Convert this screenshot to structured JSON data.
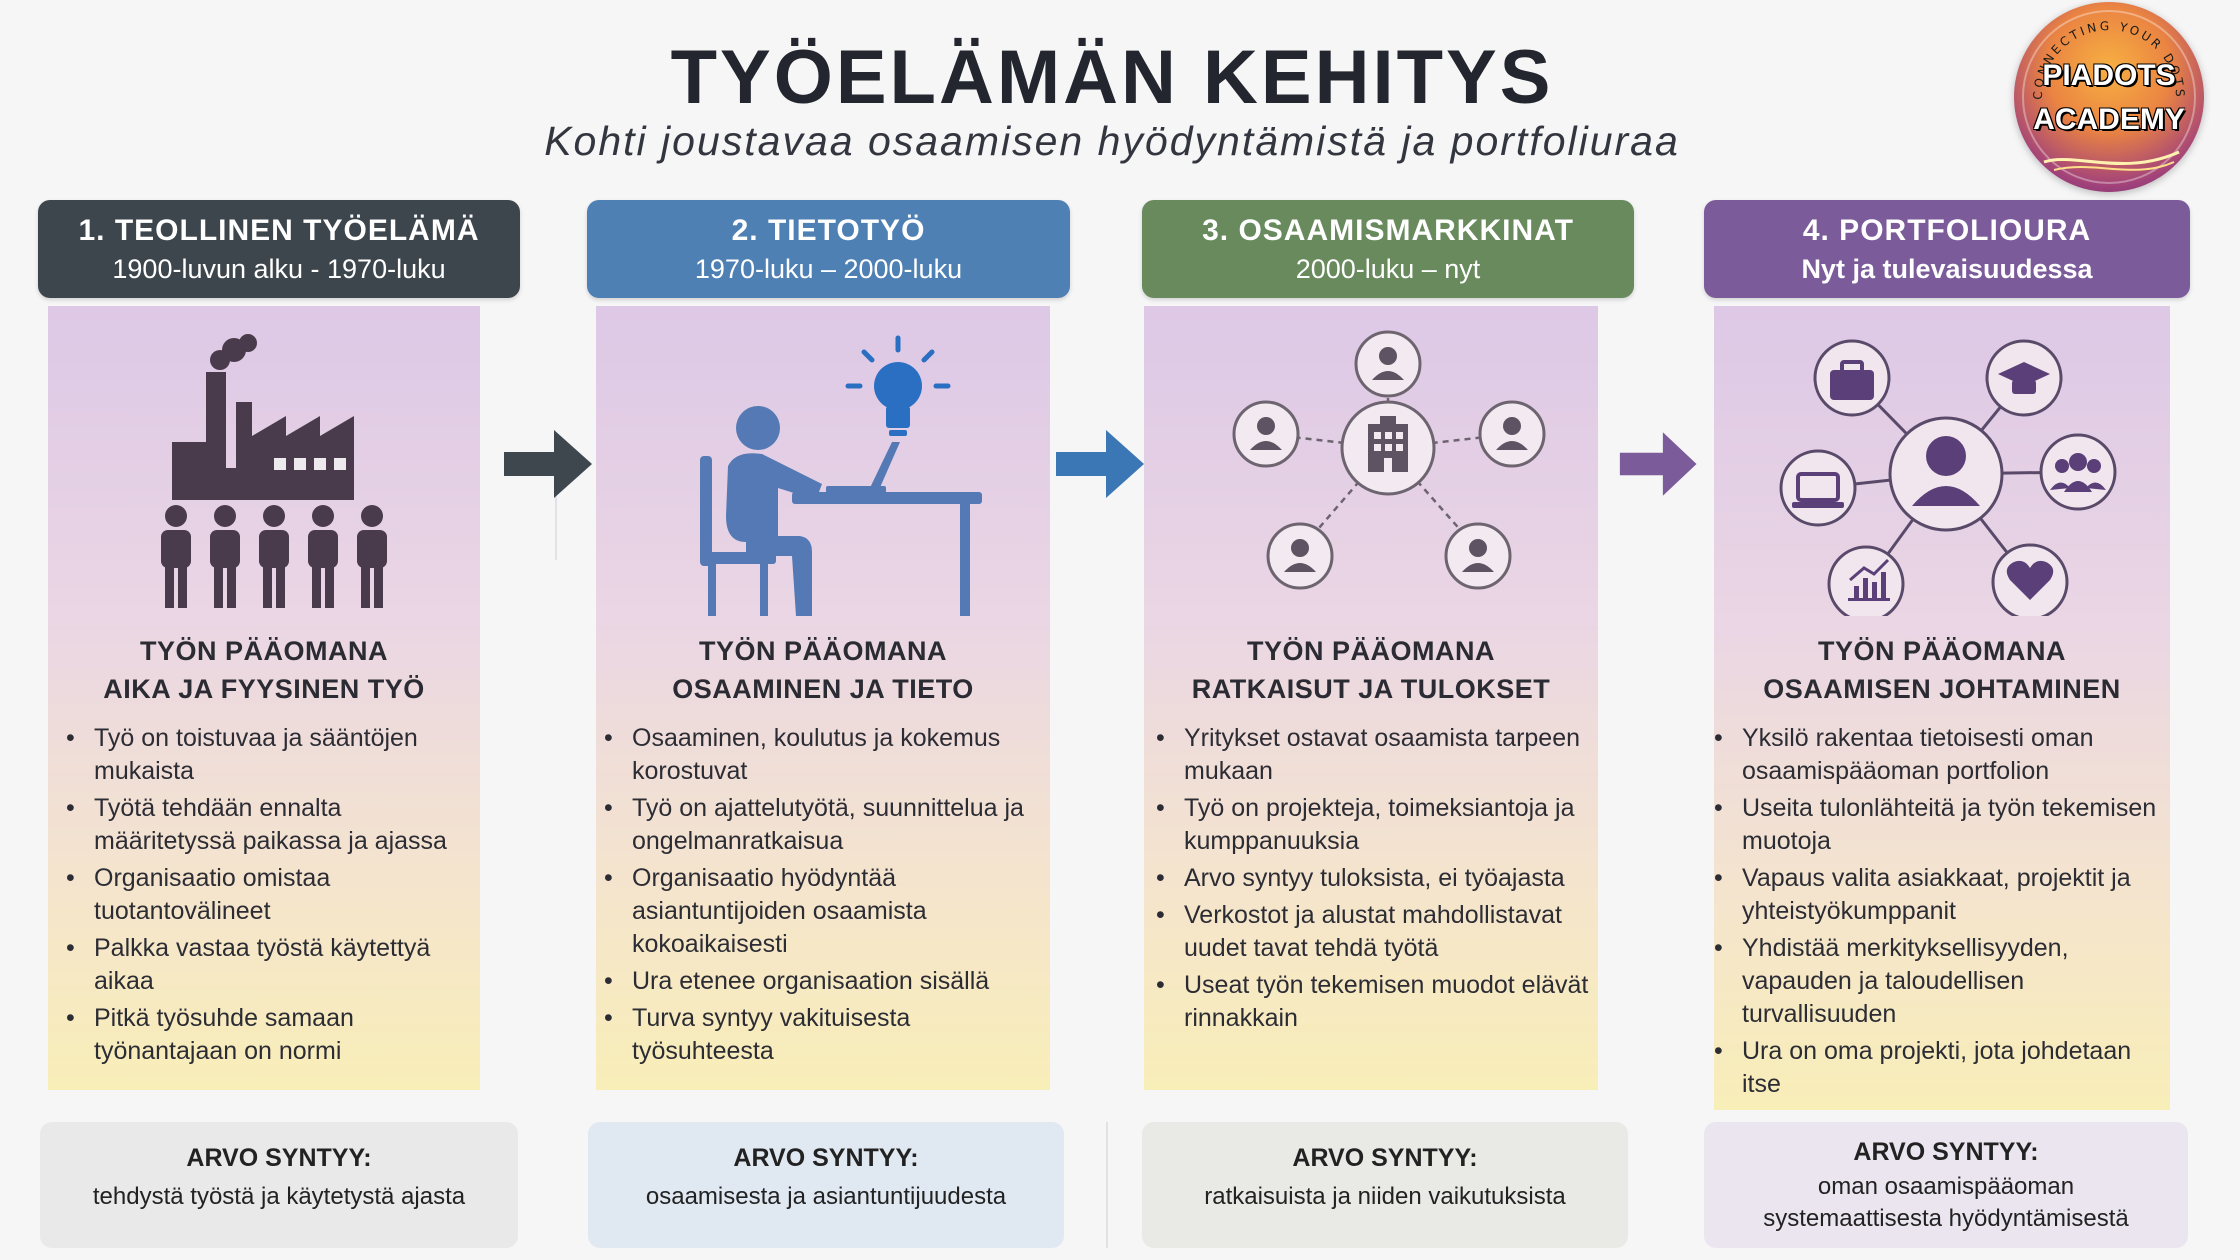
{
  "header": {
    "title": "TYÖELÄMÄN KEHITYS",
    "subtitle": "Kohti joustavaa osaamisen hyödyntämistä ja portfoliuraa"
  },
  "logo": {
    "ring_text": "CONNECTING YOUR DOTS",
    "line1": "PIADOTS",
    "line2": "ACADEMY"
  },
  "colors": {
    "stage1": "#3e464d",
    "stage2": "#4e80b3",
    "stage3": "#688a5c",
    "stage4": "#7b5b9a",
    "value1": "#e9e9ea",
    "value2": "#e0e8f2",
    "value3": "#e9eae6",
    "value4": "#ebe5ef"
  },
  "stages": [
    {
      "title": "1. TEOLLINEN TYÖELÄMÄ",
      "period": "1900-luvun alku - 1970-luku",
      "icon": "factory-workers-icon",
      "capital_label": "TYÖN PÄÄOMANA",
      "capital_value": "AIKA JA FYYSINEN TYÖ",
      "bullets": [
        "Työ on toistuvaa ja sääntöjen mukaista",
        "Työtä tehdään ennalta määritetyssä paikassa ja ajassa",
        "Organisaatio omistaa tuotantovälineet",
        "Palkka vastaa työstä käytettyä aikaa",
        "Pitkä työsuhde samaan työnantajaan on normi"
      ],
      "value_label": "ARVO SYNTYY:",
      "value_text": "tehdystä työstä ja käytetystä ajasta"
    },
    {
      "title": "2. TIETOTYÖ",
      "period": "1970-luku – 2000-luku",
      "icon": "knowledge-worker-icon",
      "capital_label": "TYÖN PÄÄOMANA",
      "capital_value": "OSAAMINEN JA TIETO",
      "bullets": [
        "Osaaminen, koulutus ja kokemus korostuvat",
        "Työ on ajattelutyötä, suunnittelua ja ongelmanratkaisua",
        "Organisaatio hyödyntää asiantuntijoiden osaamista kokoaikaisesti",
        "Ura etenee organisaation sisällä",
        "Turva syntyy vakituisesta työsuhteesta"
      ],
      "value_label": "ARVO SYNTYY:",
      "value_text": "osaamisesta ja asiantuntijuudesta"
    },
    {
      "title": "3. OSAAMISMARKKINAT",
      "period": "2000-luku – nyt",
      "icon": "network-icon",
      "capital_label": "TYÖN PÄÄOMANA",
      "capital_value": "RATKAISUT JA TULOKSET",
      "bullets": [
        "Yritykset ostavat osaamista tarpeen mukaan",
        "Työ on projekteja, toimeksiantoja ja kumppanuuksia",
        "Arvo syntyy tuloksista, ei työajasta",
        "Verkostot ja alustat mahdollistavat uudet tavat tehdä työtä",
        "Useat työn tekemisen muodot elävät rinnakkain"
      ],
      "value_label": "ARVO SYNTYY:",
      "value_text": "ratkaisuista ja niiden vaikutuksista"
    },
    {
      "title": "4. PORTFOLIOURA",
      "period": "Nyt ja tulevaisuudessa",
      "icon": "portfolio-icon",
      "capital_label": "TYÖN PÄÄOMANA",
      "capital_value": "OSAAMISEN JOHTAMINEN",
      "bullets": [
        "Yksilö rakentaa tietoisesti oman osaamispääoman portfolion",
        "Useita tulonlähteitä ja työn tekemisen muotoja",
        "Vapaus valita asiakkaat, projektit ja yhteistyökumppanit",
        "Yhdistää merkityksellisyyden, vapauden ja taloudellisen turvallisuuden",
        "Ura on oma projekti, jota johdetaan itse"
      ],
      "value_label": "ARVO SYNTYY:",
      "value_text": "oman osaamispääoman systemaattisesta hyödyntämisestä"
    }
  ]
}
